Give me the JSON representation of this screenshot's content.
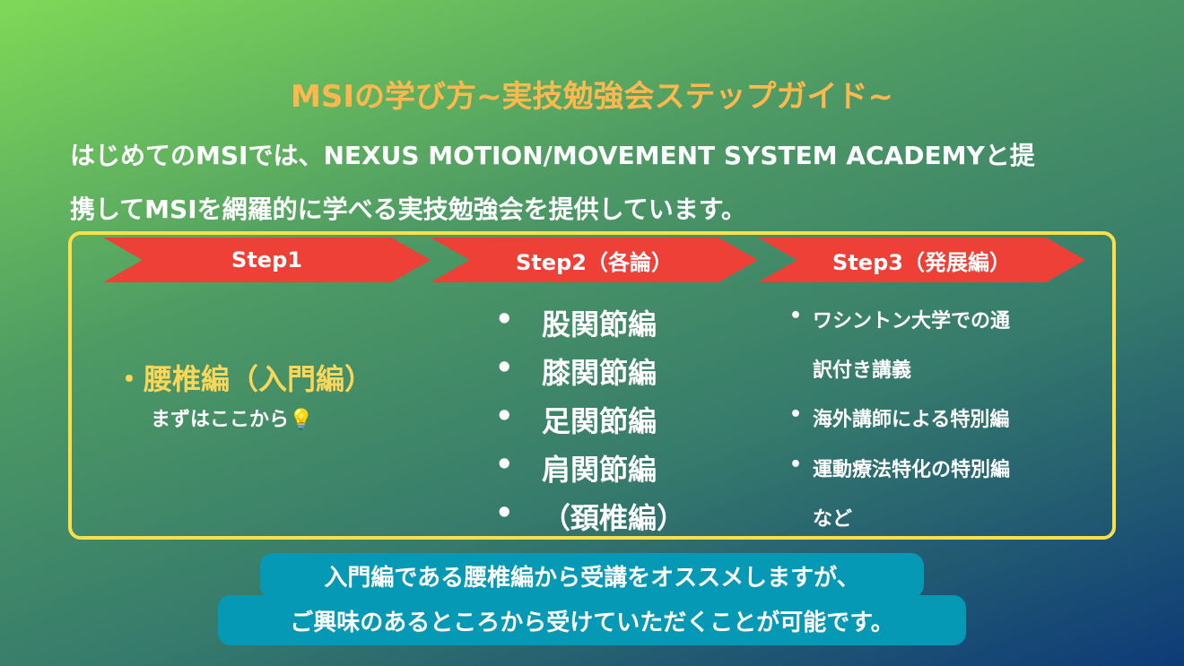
{
  "title": "MSIの学び方~実技勉強会ステップガイド~",
  "intro": [
    "はじめてのMSIでは、NEXUS MOTION/MOVEMENT SYSTEM ACADEMYと提",
    "携してMSIを網羅的に学べる実技勉強会を提供しています。"
  ],
  "steps": [
    {
      "label": "Step1",
      "main": "・腰椎編（入門編）",
      "sub": "まずはここから💡"
    },
    {
      "label": "Step2（各論）",
      "items": [
        "股関節編",
        "膝関節編",
        "足関節編",
        "肩関節編",
        "（頚椎編）"
      ]
    },
    {
      "label": "Step3（発展編）",
      "items": [
        "ワシントン大学での通",
        "訳付き講義",
        "海外講師による特別編",
        "運動療法特化の特別編",
        "など"
      ]
    }
  ],
  "bullet": "•",
  "note": [
    "入門編である腰椎編から受講をオススメしますが、",
    "ご興味のあるところから受けていただくことが可能です。"
  ]
}
